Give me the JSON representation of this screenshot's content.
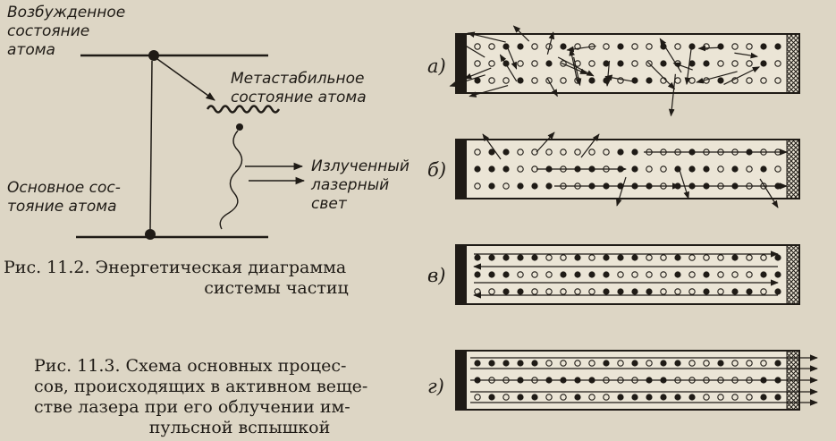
{
  "energy_diagram": {
    "excited_label_lines": [
      "Возбужденное",
      "состояние",
      "атома"
    ],
    "metastable_label_lines": [
      "Метастабильное",
      "состояние атома"
    ],
    "ground_label_lines": [
      "Основное сос-",
      "тояние атома"
    ],
    "emitted_label_lines": [
      "Излученный",
      "лазерный",
      "свет"
    ]
  },
  "caption_11_2": {
    "line1": "Рис.   11.2.  Энергетическая  диаграмма",
    "line2": "системы частиц"
  },
  "caption_11_3": {
    "line1": "Рис.  11.3.  Схема  основных  процес-",
    "line2": "сов,  происходящих  в  активном  веще-",
    "line3": "стве  лазера  при  его  облучении  им-",
    "line4": "пульсной вспышкой"
  },
  "panels": [
    {
      "label": "а)"
    },
    {
      "label": "б)"
    },
    {
      "label": "в)"
    },
    {
      "label": "г)"
    }
  ],
  "colors": {
    "paper": "#ddd6c5",
    "ink": "#1f1b16",
    "rod_fill": "#ebe5d6"
  }
}
